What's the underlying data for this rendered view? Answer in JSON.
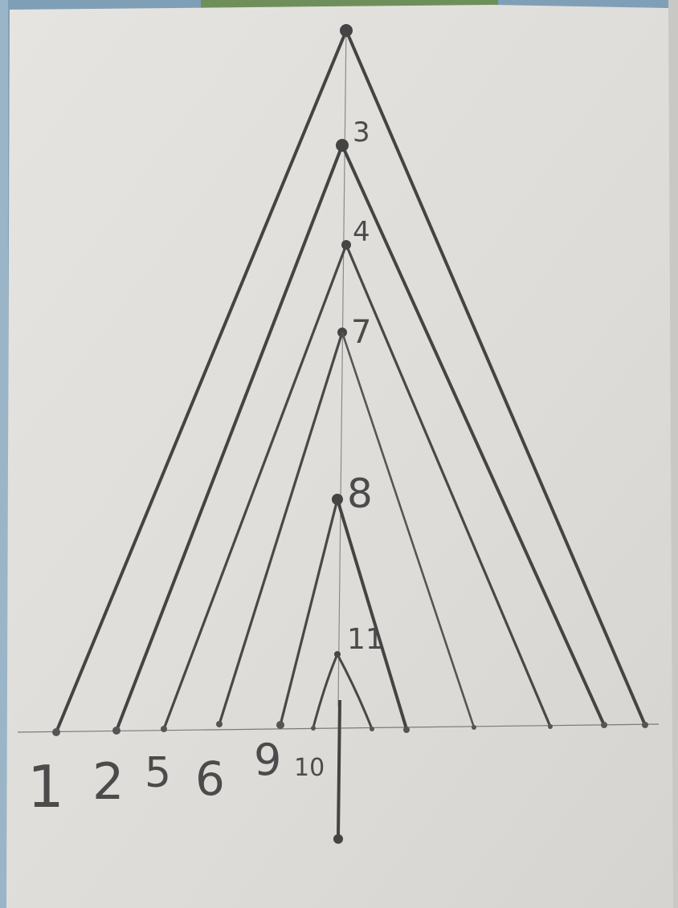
{
  "diagram": {
    "apex_labels": [
      "3",
      "4",
      "7",
      "8",
      "11"
    ],
    "base_labels": [
      "1",
      "2",
      "5",
      "6",
      "9",
      "10"
    ]
  },
  "colors": {
    "paper": "#e2e0dc",
    "pencil": "#444444",
    "guide_line": "#8a8a8a",
    "background_left": "#7f9fb6",
    "foliage_top": "#6f8f5a"
  }
}
